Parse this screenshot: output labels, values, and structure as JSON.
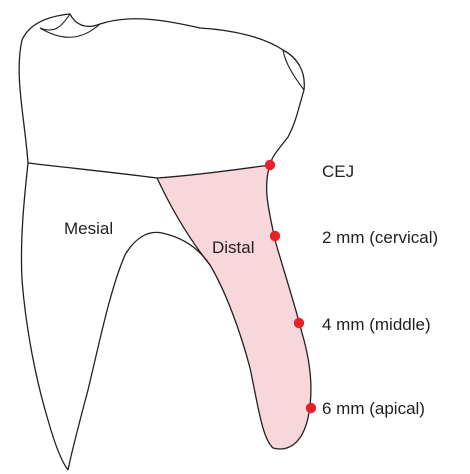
{
  "labels": {
    "mesial": "Mesial",
    "distal": "Distal",
    "cej": "CEJ",
    "cervical": "2 mm (cervical)",
    "middle": "4 mm (middle)",
    "apical": "6 mm (apical)"
  },
  "colors": {
    "outline": "#231f20",
    "distal_fill": "#f7d7dc",
    "marker": "#e8202a"
  }
}
